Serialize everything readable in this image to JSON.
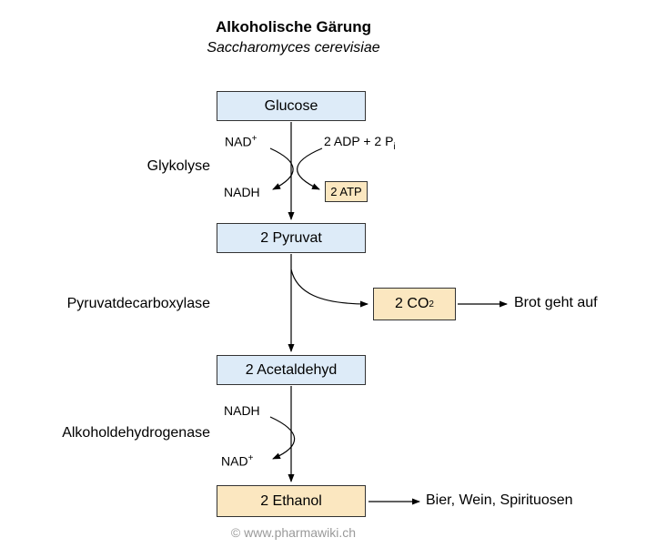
{
  "header": {
    "title": "Alkoholische Gärung",
    "subtitle": "Saccharomyces cerevisiae"
  },
  "nodes": {
    "glucose": "Glucose",
    "pyruvat": "2 Pyruvat",
    "acetaldehyd": "2 Acetaldehyd",
    "ethanol": "2 Ethanol"
  },
  "glycolysis": {
    "label": "Glykolyse",
    "nad_in_base": "NAD",
    "nad_in_sup": "+",
    "adp_in_base": "2 ADP + 2 P",
    "adp_in_sub": "i",
    "nadh_out": "NADH",
    "atp_out": "2 ATP"
  },
  "decarboxylation": {
    "label": "Pyruvatdecarboxylase",
    "co2_base": "2 CO",
    "co2_sub": "2",
    "result": "Brot geht auf"
  },
  "reduction": {
    "label": "Alkoholdehydrogenase",
    "nadh_in": "NADH",
    "nad_out_base": "NAD",
    "nad_out_sup": "+"
  },
  "products": {
    "beverages": "Bier, Wein, Spirituosen"
  },
  "footer": {
    "credit": "© www.pharmawiki.ch"
  },
  "colors": {
    "box_blue": "#ddebf8",
    "box_tan": "#fbe7c0",
    "border_color": "#333333",
    "footer_gray": "#9a9a9a"
  }
}
